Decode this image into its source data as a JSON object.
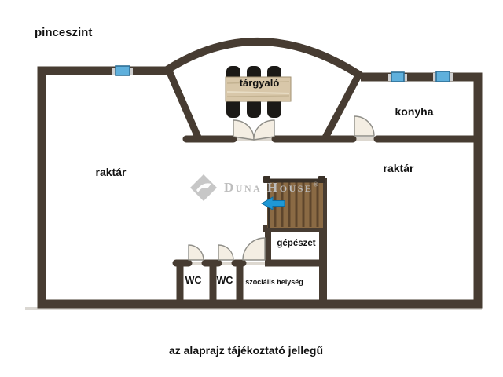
{
  "header": {
    "title": "pinceszint"
  },
  "footer": {
    "caption": "az alaprajz tájékoztató jellegű"
  },
  "rooms": {
    "targyalo": {
      "label": "tárgyaló"
    },
    "konyha": {
      "label": "konyha"
    },
    "raktar_left": {
      "label": "raktár"
    },
    "raktar_right": {
      "label": "raktár"
    },
    "gepeszet": {
      "label": "gépészet"
    },
    "wc_left": {
      "label": "WC"
    },
    "wc_right": {
      "label": "WC"
    },
    "szocialis": {
      "label": "szociális helység"
    }
  },
  "watermark": {
    "brand": "Duna House",
    "registered": "®"
  },
  "colors": {
    "wall": "#473c32",
    "threshold": "#ddd8d0",
    "door_fill": "#f4eee3",
    "door_border": "#8f8e88",
    "window": "#5fb0dc",
    "window_border": "#2e6f96",
    "stairs_wood": "#8a6a44",
    "stairs_tread": "#5d452c",
    "stairs_frame": "#3a3128",
    "arrow": "#1e98d5",
    "table_wood": "#d8c7a9",
    "table_border": "#a29172",
    "chair": "#1b1916",
    "watermark_gray": "#bdbdbd",
    "text": "#111111"
  }
}
